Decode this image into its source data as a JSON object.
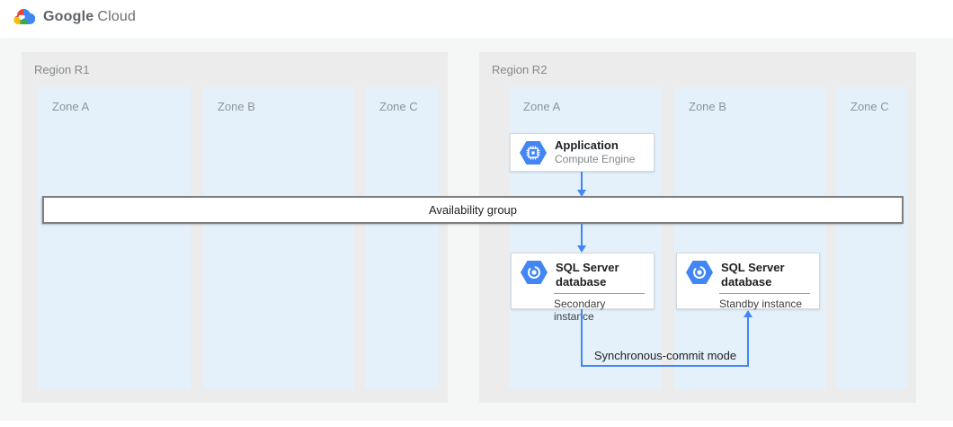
{
  "logo": {
    "word1": "Google",
    "word2": "Cloud"
  },
  "regions": [
    {
      "label": "Region R1",
      "zones": [
        {
          "label": "Zone A"
        },
        {
          "label": "Zone B"
        },
        {
          "label": "Zone C"
        }
      ]
    },
    {
      "label": "Region R2",
      "zones": [
        {
          "label": "Zone A"
        },
        {
          "label": "Zone B"
        },
        {
          "label": "Zone C"
        }
      ]
    }
  ],
  "app_card": {
    "title": "Application",
    "subtitle": "Compute Engine",
    "icon": "compute-engine-icon"
  },
  "availability_bar": {
    "label": "Availability group"
  },
  "sql_cards": [
    {
      "title": "SQL Server database",
      "instance": "Secondary instance",
      "icon": "sql-server-database-icon"
    },
    {
      "title": "SQL Server database",
      "instance": "Standby instance",
      "icon": "sql-server-database-icon"
    }
  ],
  "connector": {
    "label": "Synchronous-commit mode"
  },
  "colors": {
    "accent_blue": "#4285f4",
    "zone_fill": "#e4f1fb",
    "region_fill": "#ececec",
    "page_fill": "#f5f6f6",
    "logo_red": "#ea4335",
    "logo_yellow": "#fbbc05",
    "logo_green": "#34a853",
    "logo_blue": "#4285f4"
  }
}
